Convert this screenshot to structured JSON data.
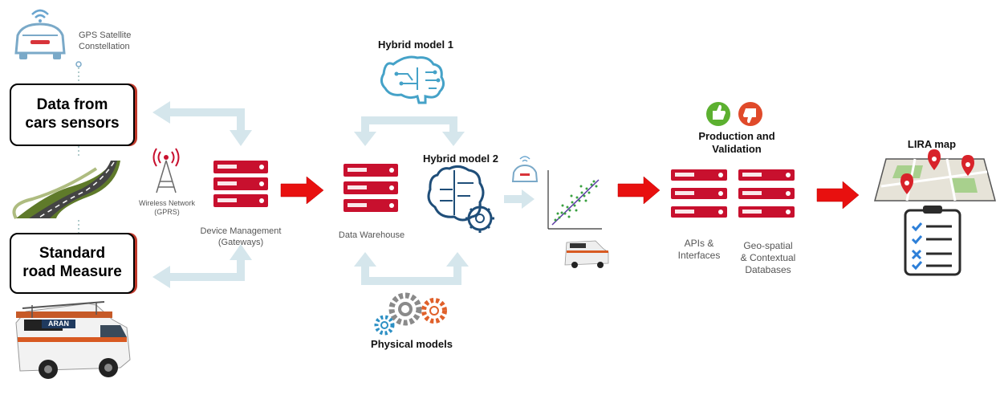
{
  "gps_label": "GPS Satellite\nConstellation",
  "cars_sensors_box": "Data from\ncars sensors",
  "road_measure_box": "Standard\nroad Measure",
  "wireless_label": "Wireless Network\n(GPRS)",
  "device_management_label": "Device Management\n(Gateways)",
  "data_warehouse_label": "Data Warehouse",
  "hybrid_model_1_label": "Hybrid model 1",
  "hybrid_model_2_label": "Hybrid model 2",
  "physical_models_label": "Physical models",
  "production_validation_label": "Production and\nValidation",
  "apis_label": "APIs &\nInterfaces",
  "geospatial_label": "Geo-spatial\n& Contextual\nDatabases",
  "lira_map_label": "LIRA map",
  "van_logo_text": "ARAN",
  "colors": {
    "server_red": "#c8102e",
    "arrow_red": "#e8100f",
    "pale_arrow": "#d5e6ec",
    "brain_blue": "#45a2c8",
    "gear_gray": "#8a8a8a",
    "gear_orange": "#e0602a",
    "gear_blue": "#2d90c4",
    "thumb_green": "#5cb030",
    "thumb_red": "#e04a2a"
  },
  "icons": [
    "car-wifi-icon",
    "road-icon",
    "van-icon",
    "antenna-icon",
    "server-icon",
    "brain-circuit-icon",
    "brain-gears-icon",
    "gears-icon",
    "scatter-plot-icon",
    "thumbs-up-icon",
    "thumbs-down-icon",
    "map-pins-icon",
    "checklist-icon"
  ]
}
